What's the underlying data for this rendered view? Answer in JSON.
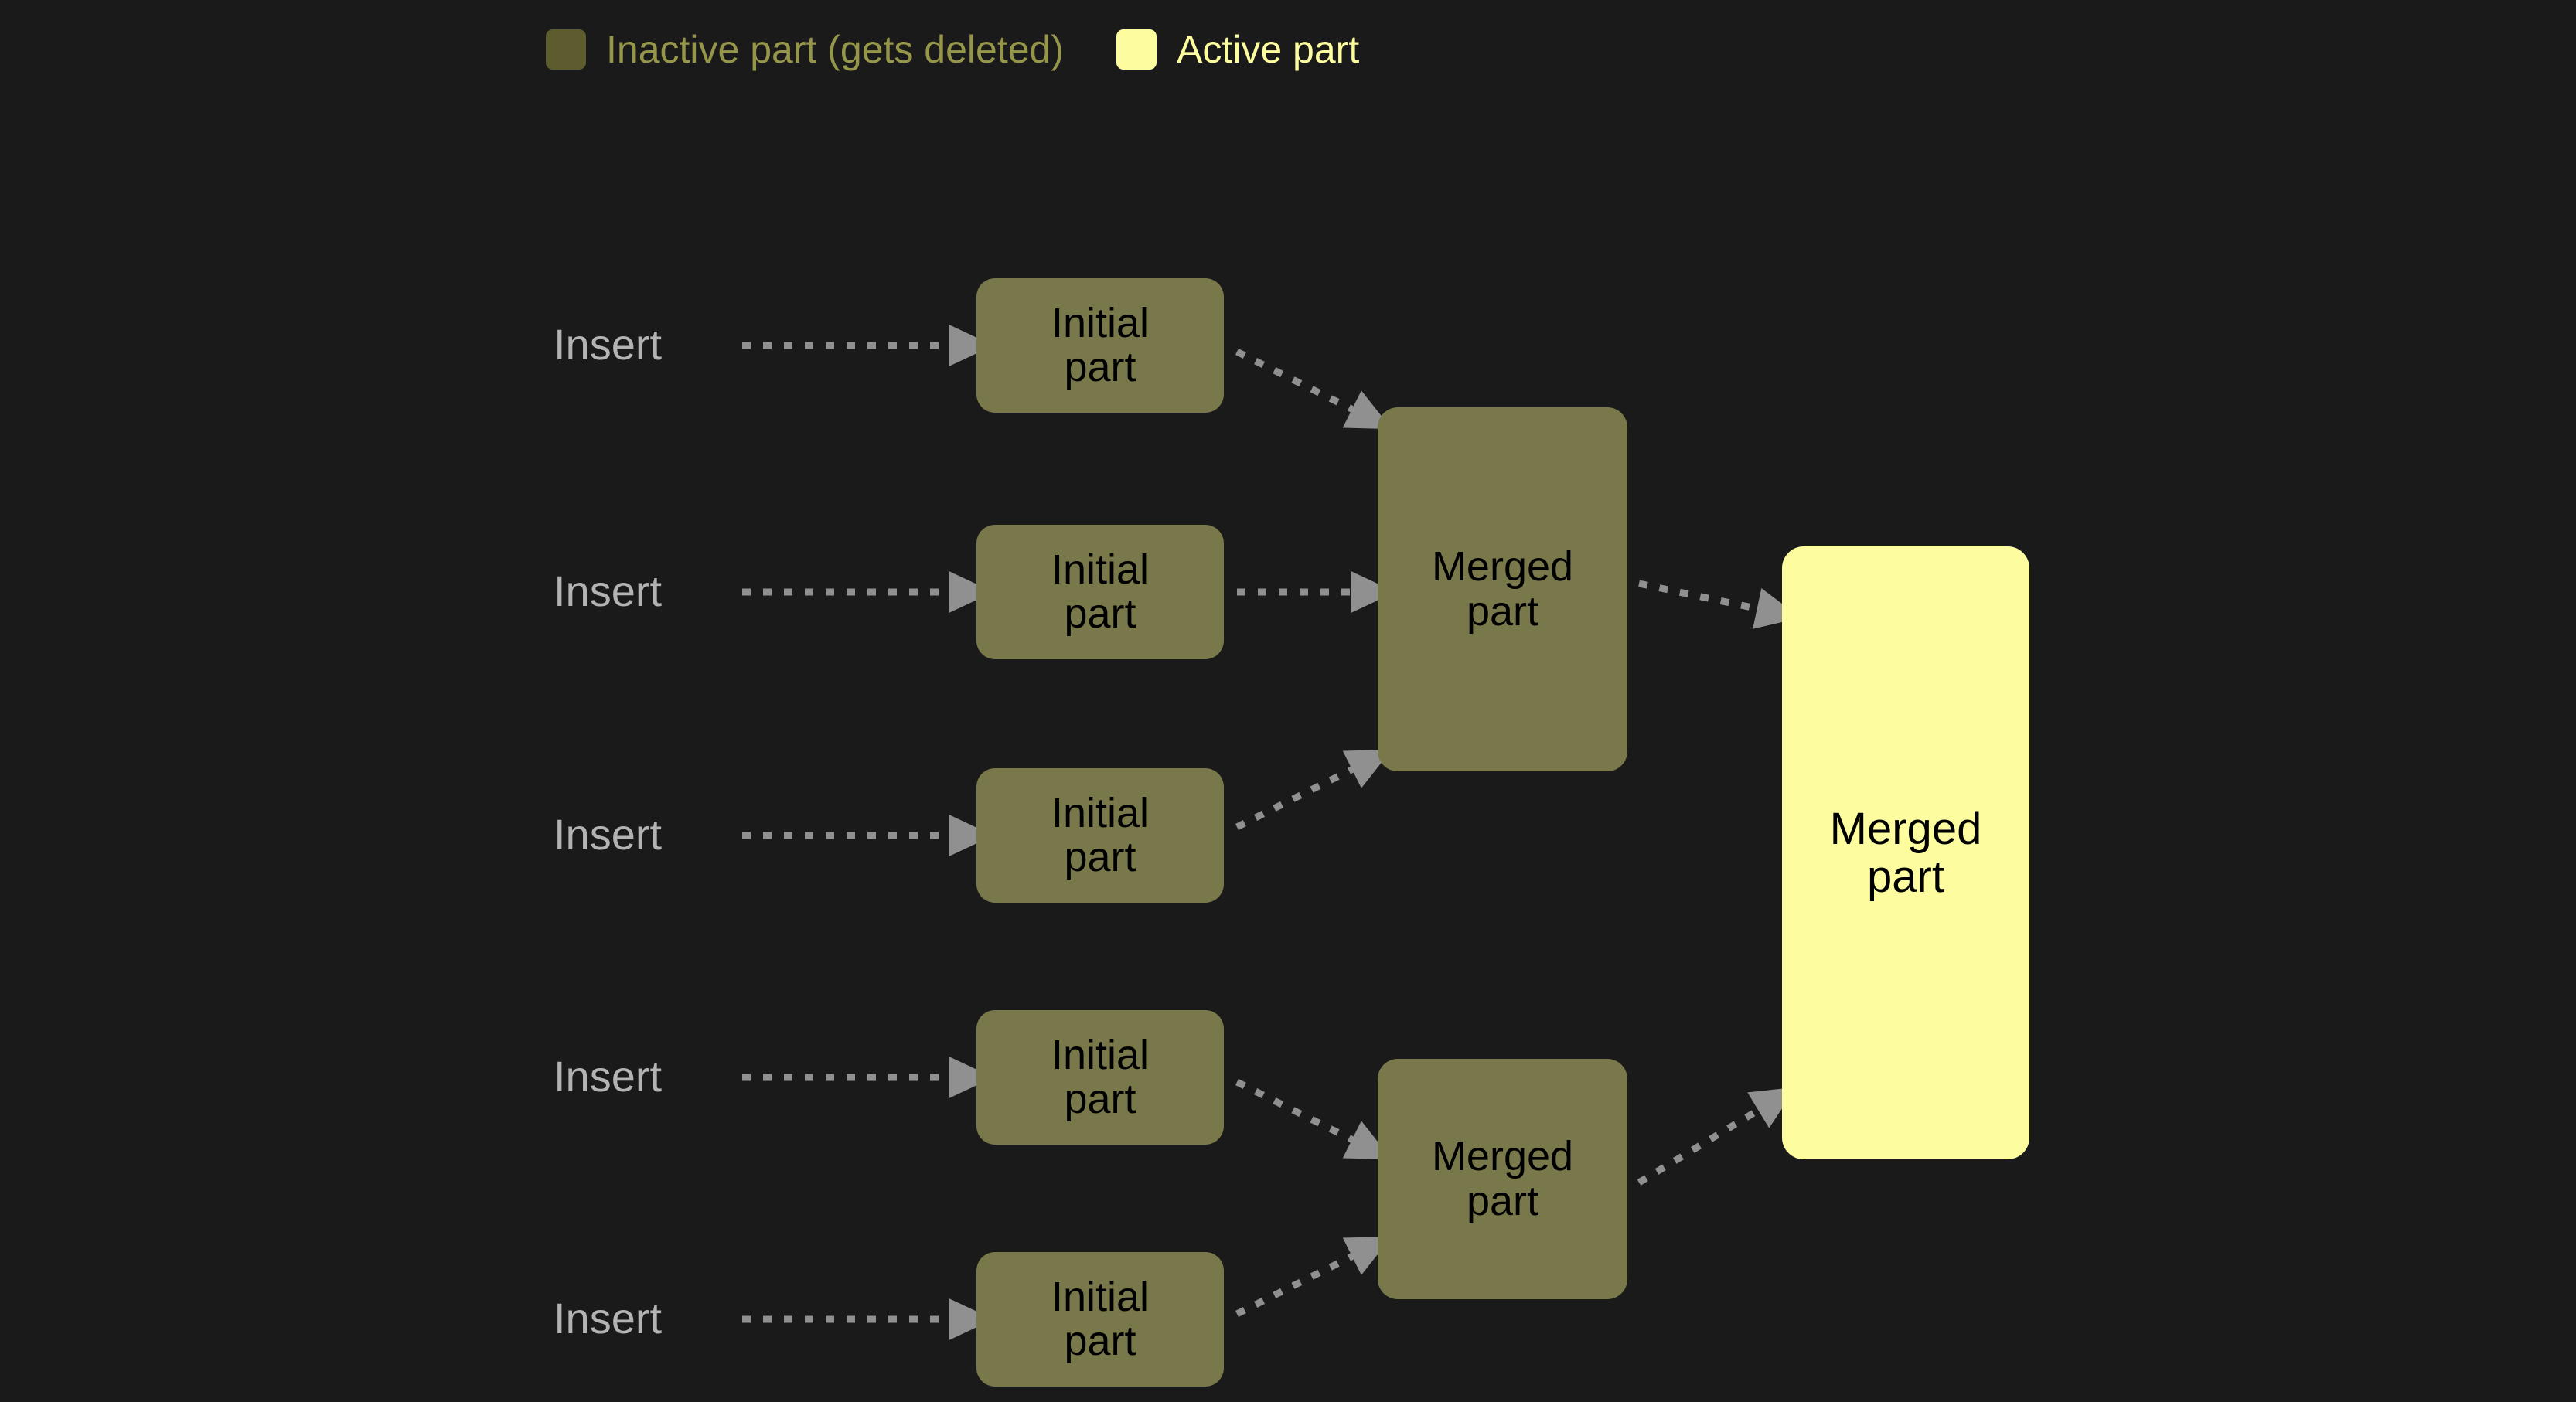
{
  "background_color": "#1a1a1a",
  "legend": {
    "items": [
      {
        "label": "Inactive part (gets deleted)",
        "color": "#5c5c2e",
        "swatch_name": "inactive-swatch"
      },
      {
        "label": "Active part",
        "color": "#fdfda0",
        "swatch_name": "active-swatch"
      }
    ]
  },
  "colors": {
    "inactive_fill": "#78784a",
    "active_fill": "#fdfda0",
    "arrow": "#909090",
    "insert_text": "#b3b3b3",
    "node_text": "#000000"
  },
  "inserts": [
    {
      "label": "Insert"
    },
    {
      "label": "Insert"
    },
    {
      "label": "Insert"
    },
    {
      "label": "Insert"
    },
    {
      "label": "Insert"
    }
  ],
  "initial_parts": [
    {
      "label": "Initial\npart",
      "state": "inactive"
    },
    {
      "label": "Initial\npart",
      "state": "inactive"
    },
    {
      "label": "Initial\npart",
      "state": "inactive"
    },
    {
      "label": "Initial\npart",
      "state": "inactive"
    },
    {
      "label": "Initial\npart",
      "state": "inactive"
    }
  ],
  "merged_parts": [
    {
      "label": "Merged\npart",
      "state": "inactive"
    },
    {
      "label": "Merged\npart",
      "state": "inactive"
    }
  ],
  "final_part": {
    "label": "Merged\npart",
    "state": "active"
  }
}
